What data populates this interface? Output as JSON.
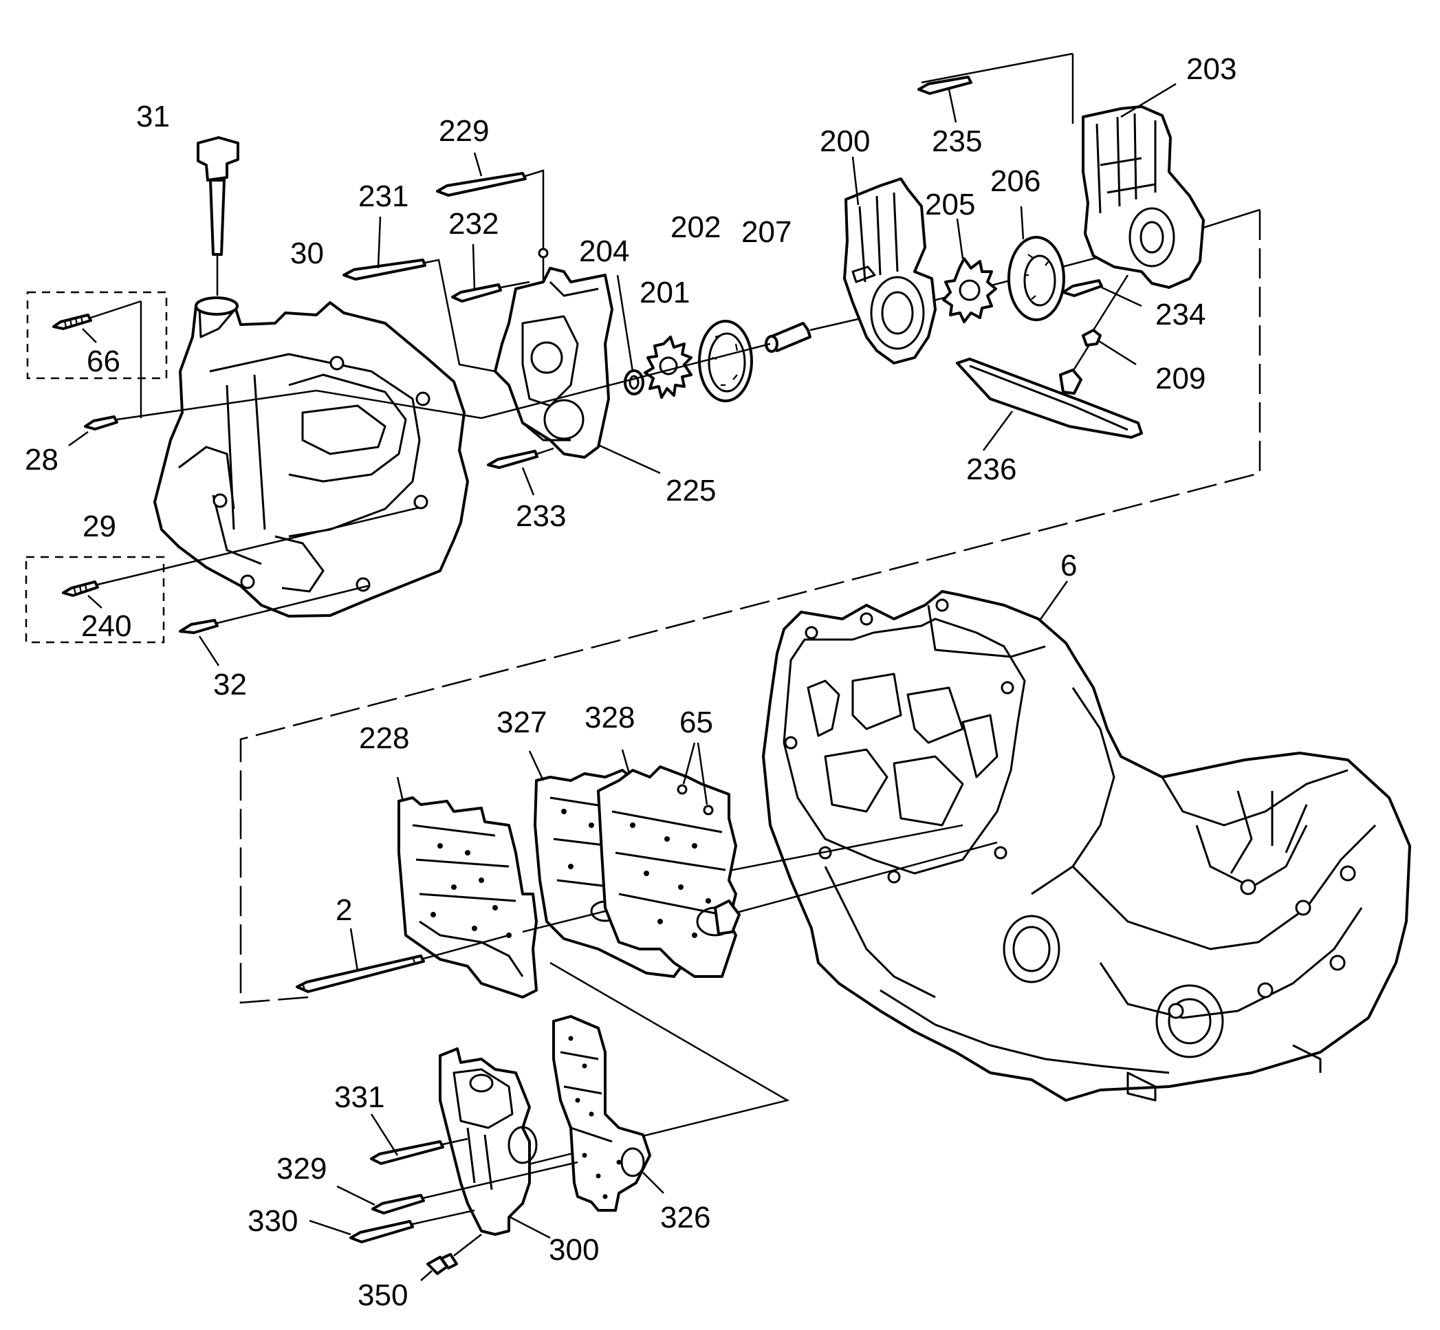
{
  "callouts": {
    "c31": "31",
    "c229": "229",
    "c231": "231",
    "c232": "232",
    "c30": "30",
    "c66": "66",
    "c28": "28",
    "c29": "29",
    "c240": "240",
    "c32": "32",
    "c204": "204",
    "c201": "201",
    "c202": "202",
    "c207": "207",
    "c200": "200",
    "c235": "235",
    "c205": "205",
    "c206": "206",
    "c203": "203",
    "c234": "234",
    "c209": "209",
    "c236": "236",
    "c225": "225",
    "c233": "233",
    "c6": "6",
    "c228": "228",
    "c327": "327",
    "c328": "328",
    "c65": "65",
    "c2": "2",
    "c331": "331",
    "c329": "329",
    "c330": "330",
    "c350": "350",
    "c300": "300",
    "c326": "326"
  }
}
